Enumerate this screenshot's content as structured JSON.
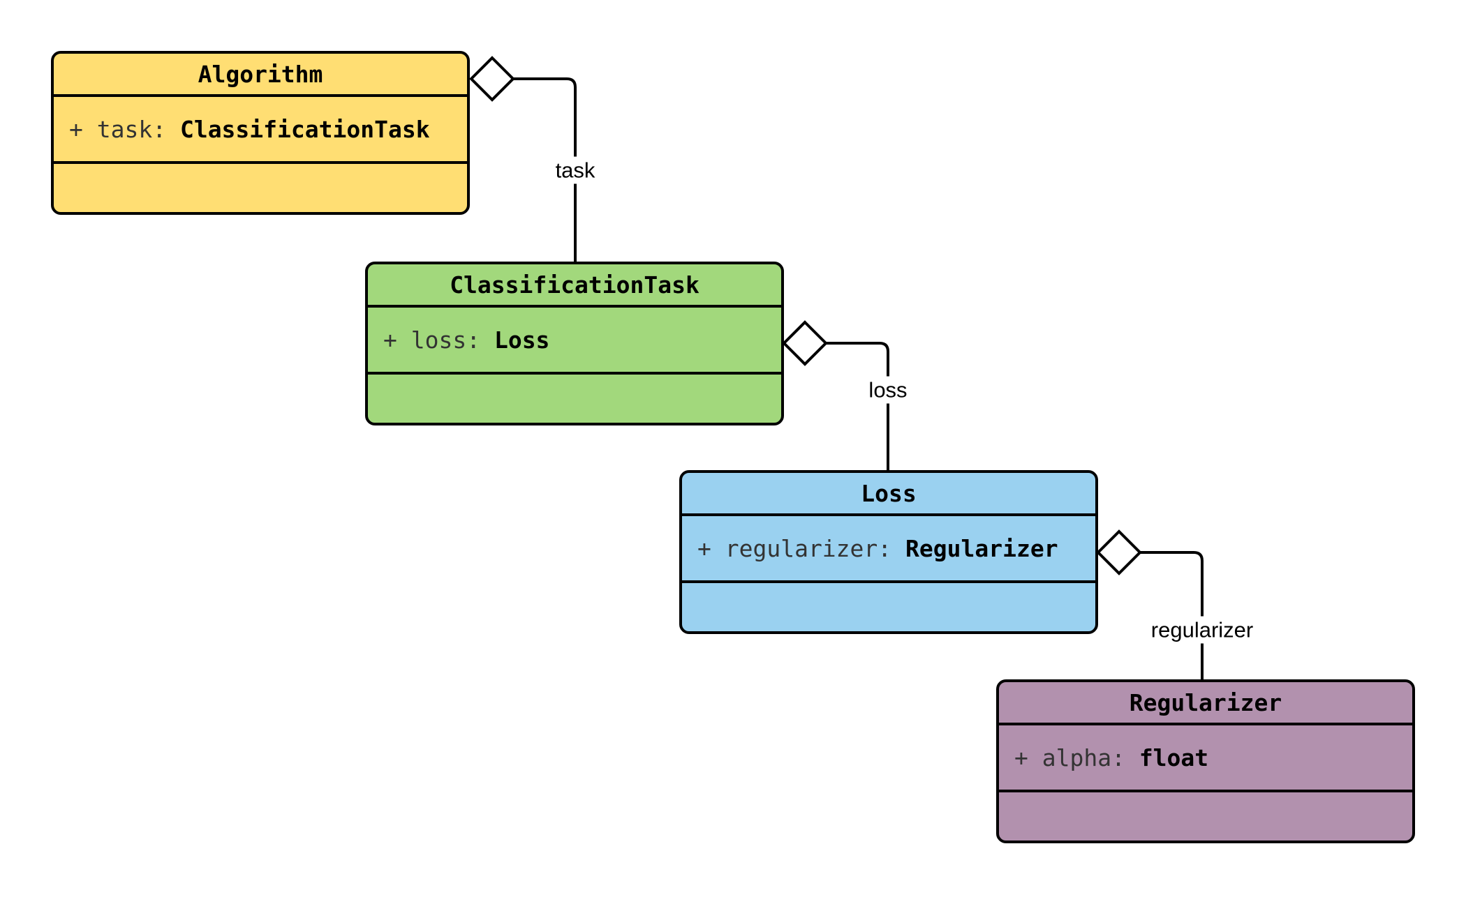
{
  "diagram": {
    "type": "uml-class-diagram",
    "background": "#ffffff",
    "line_color": "#000000",
    "classes": [
      {
        "name": "Algorithm",
        "fill": "#FFDE73",
        "attribute": {
          "label": "+ task: ",
          "type": "ClassificationTask"
        }
      },
      {
        "name": "ClassificationTask",
        "fill": "#A2D87C",
        "attribute": {
          "label": "+ loss: ",
          "type": "Loss"
        }
      },
      {
        "name": "Loss",
        "fill": "#9AD1F0",
        "attribute": {
          "label": "+ regularizer: ",
          "type": "Regularizer"
        }
      },
      {
        "name": "Regularizer",
        "fill": "#B291AE",
        "attribute": {
          "label": "+ alpha: ",
          "type": "float"
        }
      }
    ],
    "edges": [
      {
        "label": "task",
        "from": "Algorithm",
        "to": "ClassificationTask",
        "kind": "aggregation",
        "diamond_fill": "#ffffff"
      },
      {
        "label": "loss",
        "from": "ClassificationTask",
        "to": "Loss",
        "kind": "aggregation",
        "diamond_fill": "#ffffff"
      },
      {
        "label": "regularizer",
        "from": "Loss",
        "to": "Regularizer",
        "kind": "aggregation",
        "diamond_fill": "#ffffff"
      }
    ]
  }
}
